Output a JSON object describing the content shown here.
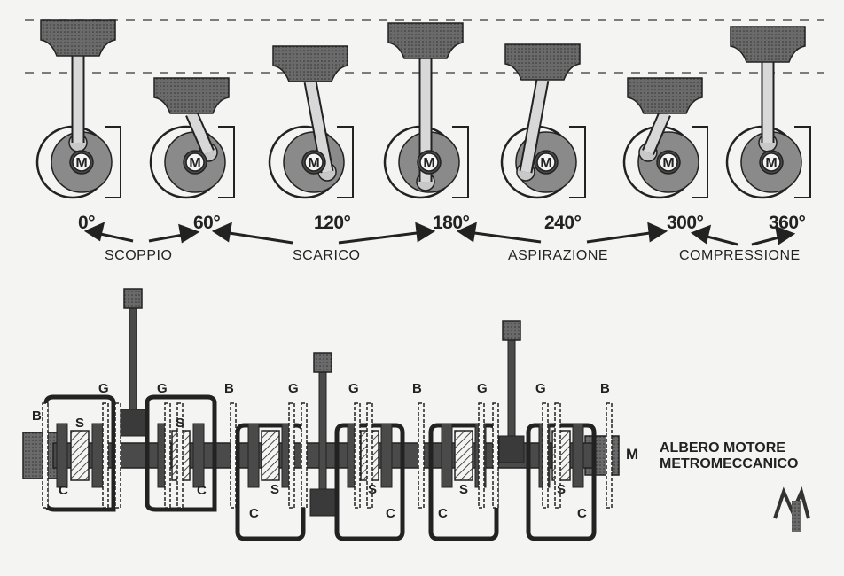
{
  "stroke_diagram": {
    "angles": [
      "0°",
      "60°",
      "120°",
      "180°",
      "240°",
      "300°",
      "360°"
    ],
    "crank_label": "M",
    "phases": [
      "SCOPPIO",
      "SCARICO",
      "ASPIRAZIONE",
      "COMPRESSIONE"
    ]
  },
  "crankshaft": {
    "labels": {
      "B": "B",
      "G": "G",
      "S": "S",
      "C": "C",
      "M": "M"
    },
    "caption_line1": "ALBERO MOTORE",
    "caption_line2": "METROMECCANICO",
    "logo": "M"
  },
  "colors": {
    "ink": "#222222",
    "dark_fill": "#4a4a4a",
    "mid_fill": "#8a8a8a",
    "light_fill": "#c8c8c8",
    "paper": "#f4f4f2"
  }
}
